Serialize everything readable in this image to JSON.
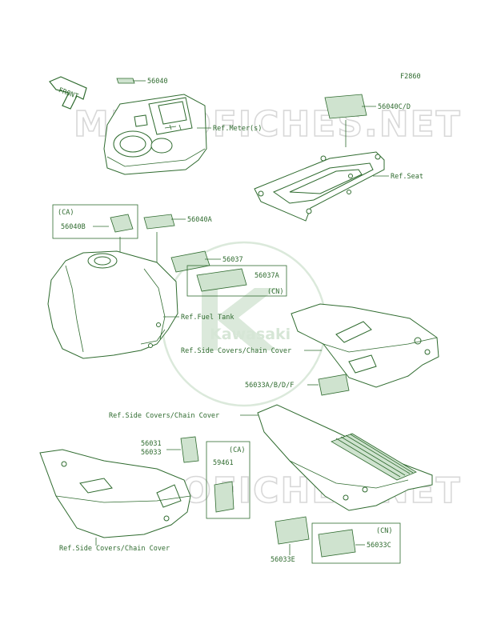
{
  "diagram_code": "F2860",
  "watermark": {
    "site": "MICROFICHES.NET",
    "brand": "Kawasaki"
  },
  "front_arrow": "FRONT",
  "labels": {
    "p56040": "56040",
    "ref_meter": "Ref.Meter(s)",
    "p56040cd": "56040C/D",
    "ref_seat": "Ref.Seat",
    "ca1": "(CA)",
    "p56040b": "56040B",
    "p56040a": "56040A",
    "p56037": "56037",
    "p56037a": "56037A",
    "cn1": "(CN)",
    "ref_fuel_tank": "Ref.Fuel Tank",
    "ref_side_covers_1": "Ref.Side Covers/Chain Cover",
    "p56033abdf": "56033A/B/D/F",
    "ref_side_covers_2": "Ref.Side Covers/Chain Cover",
    "p56031": "56031",
    "p56033": "56033",
    "ca2": "(CA)",
    "p59461": "59461",
    "ref_side_covers_3": "Ref.Side Covers/Chain Cover",
    "p56033e": "56033E",
    "cn2": "(CN)",
    "p56033c": "56033C"
  }
}
